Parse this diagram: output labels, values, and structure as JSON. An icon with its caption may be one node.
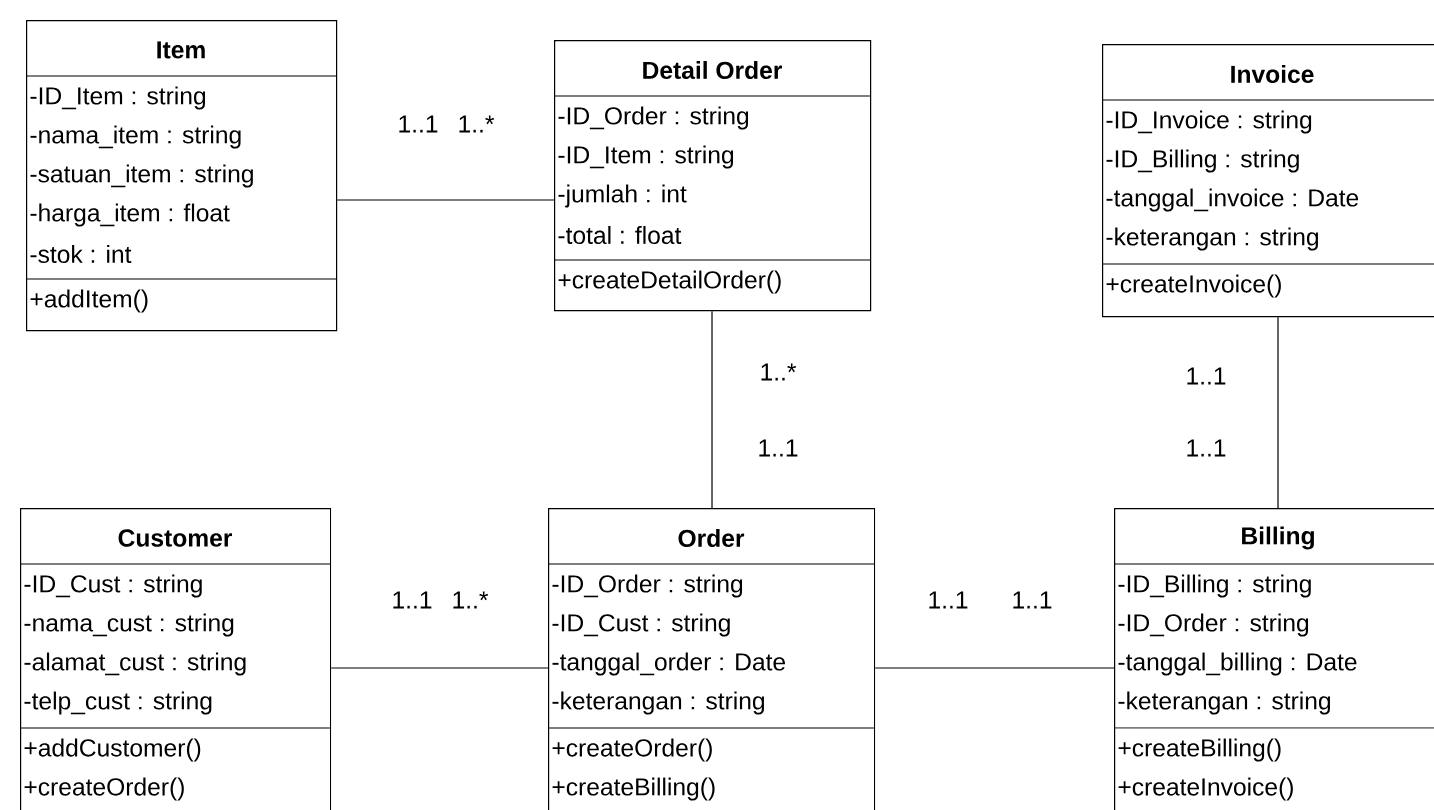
{
  "diagram": {
    "nodes": [
      {
        "text": [
          "Item",
          "-ID_Item : string",
          "-nama_item : string",
          "-satuan_item : string",
          "-harga_item : float",
          "-stok : int",
          "+addItem()"
        ]
      },
      {
        "text": [
          "Detail Order",
          "-ID_Order : string",
          "-ID_Item : string",
          "-jumlah : int",
          "-total : float",
          "+createDetailOrder()"
        ]
      },
      {
        "text": [
          "Invoice",
          "-ID_Invoice : string",
          "-ID_Billing : string",
          "-tanggal_invoice : Date",
          "-keterangan : string",
          "+createInvoice()"
        ]
      },
      {
        "text": [
          "Customer",
          "-ID_Cust : string",
          "-nama_cust : string",
          "-alamat_cust : string",
          "-telp_cust : string",
          "+addCustomer()",
          "+createOrder()"
        ]
      },
      {
        "text": [
          "Order",
          "-ID_Order : string",
          "-ID_Cust : string",
          "-tanggal_order : Date",
          "-keterangan : string",
          "+createOrder()",
          "+createBilling()"
        ]
      },
      {
        "text": [
          "Billing",
          "-ID_Billing : string",
          "-ID_Order : string",
          "-tanggal_billing : Date",
          "-keterangan : string",
          "+createBilling()",
          "+createInvoice()"
        ]
      }
    ],
    "edges": [
      {
        "from": 0,
        "to": 1,
        "arrow": "none"
      },
      {
        "from": 1,
        "to": 4,
        "arrow": "none"
      },
      {
        "from": 2,
        "to": 5,
        "arrow": "none"
      },
      {
        "from": 3,
        "to": 4,
        "arrow": "none"
      },
      {
        "from": 4,
        "to": 5,
        "arrow": "none"
      }
    ],
    "labels": [
      "1..1",
      "1..*",
      "1..*",
      "1..1",
      "1..1",
      "1..1",
      "1..1",
      "1..*",
      "1..1",
      "1..1"
    ]
  }
}
